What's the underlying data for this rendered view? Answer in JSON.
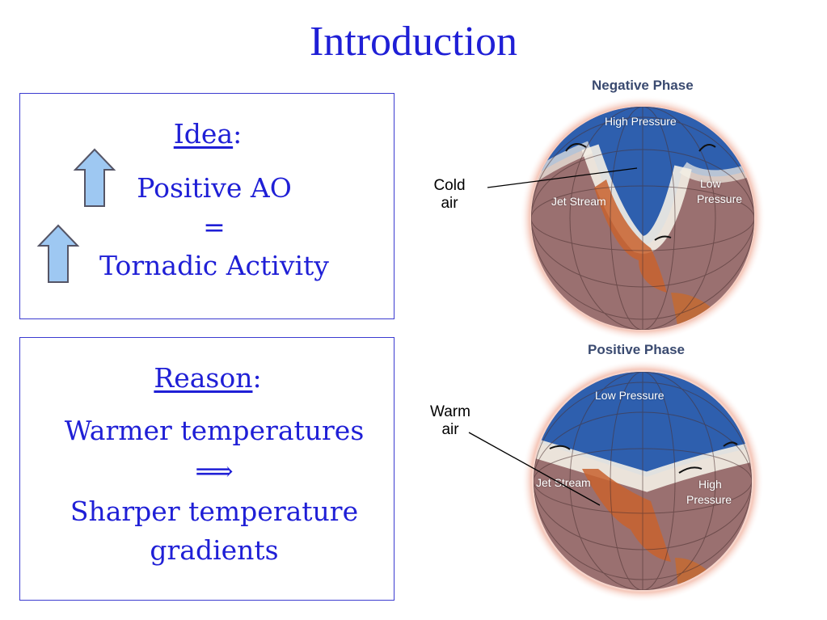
{
  "title": "Introduction",
  "idea_box": {
    "heading": "Idea",
    "line1": "Positive AO",
    "line2": "=",
    "line3": "Tornadic Activity"
  },
  "reason_box": {
    "heading": "Reason",
    "line1": "Warmer temperatures",
    "line2": "⟹",
    "line3": "Sharper temperature",
    "line4": "gradients"
  },
  "negative_globe": {
    "title": "Negative Phase",
    "label_high": "High Pressure",
    "label_jet": "Jet Stream",
    "label_low_1": "Low",
    "label_low_2": "Pressure"
  },
  "positive_globe": {
    "title": "Positive Phase",
    "label_low": "Low Pressure",
    "label_jet": "Jet Stream",
    "label_high_1": "High",
    "label_high_2": "Pressure"
  },
  "callouts": {
    "cold_1": "Cold",
    "cold_2": "air",
    "warm_1": "Warm",
    "warm_2": "air"
  },
  "colors": {
    "text_blue": "#1f1fd6",
    "arrow_fill": "#9ec8f2",
    "arrow_stroke": "#555566"
  }
}
